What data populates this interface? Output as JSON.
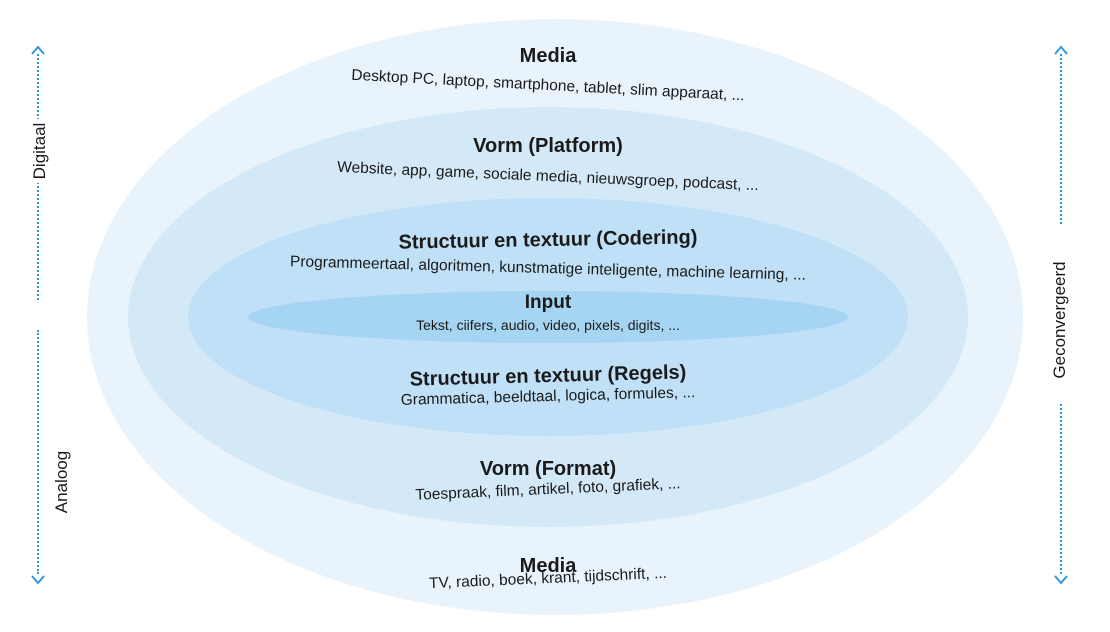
{
  "colors": {
    "outer": "#e8f3fc",
    "ring2": "#d3e9f8",
    "ring3": "#bfe0f6",
    "inner": "#a6d4f3",
    "arrow": "#2b9bd6"
  },
  "axes": {
    "left_top": "Digitaal",
    "left_bottom": "Analoog",
    "right": "Geconvergeerd"
  },
  "layers": {
    "media_top": {
      "title": "Media",
      "subtitle": "Desktop PC, laptop, smartphone, tablet, slim apparaat, ..."
    },
    "vorm_platform": {
      "title": "Vorm (Platform)",
      "subtitle": "Website, app, game, sociale media, nieuwsgroep, podcast, ..."
    },
    "structuur_codering": {
      "title": "Structuur en textuur (Codering)",
      "subtitle": "Programmeertaal, algoritmen, kunstmatige inteligente, machine learning, ..."
    },
    "input": {
      "title": "Input",
      "subtitle": "Tekst, ciifers, audio, video, pixels, digits, ..."
    },
    "structuur_regels": {
      "title": "Structuur en textuur (Regels)",
      "subtitle": "Grammatica, beeldtaal, logica, formules, ..."
    },
    "vorm_format": {
      "title": "Vorm (Format)",
      "subtitle": "Toespraak, film, artikel, foto, grafiek, ..."
    },
    "media_bottom": {
      "title": "Media",
      "subtitle": "TV, radio, boek, krant, tijdschrift, ..."
    }
  }
}
